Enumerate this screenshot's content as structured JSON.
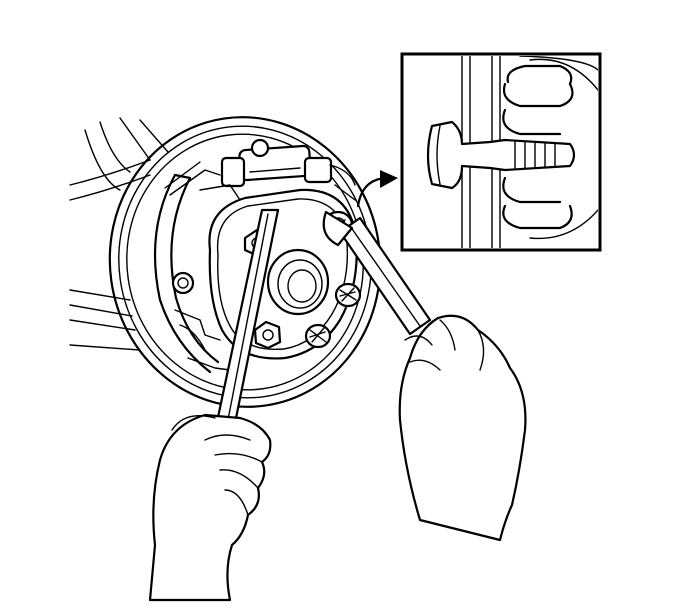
{
  "illustration": {
    "colors": {
      "line": "#000000",
      "background": "#ffffff"
    },
    "parts": [
      "brake-backing-plate",
      "brake-shoe",
      "wheel-cylinder",
      "axle-hub-flange",
      "wheel-stud",
      "wrench",
      "pry-bar",
      "hand",
      "detail-callout",
      "callout-arrow"
    ]
  }
}
